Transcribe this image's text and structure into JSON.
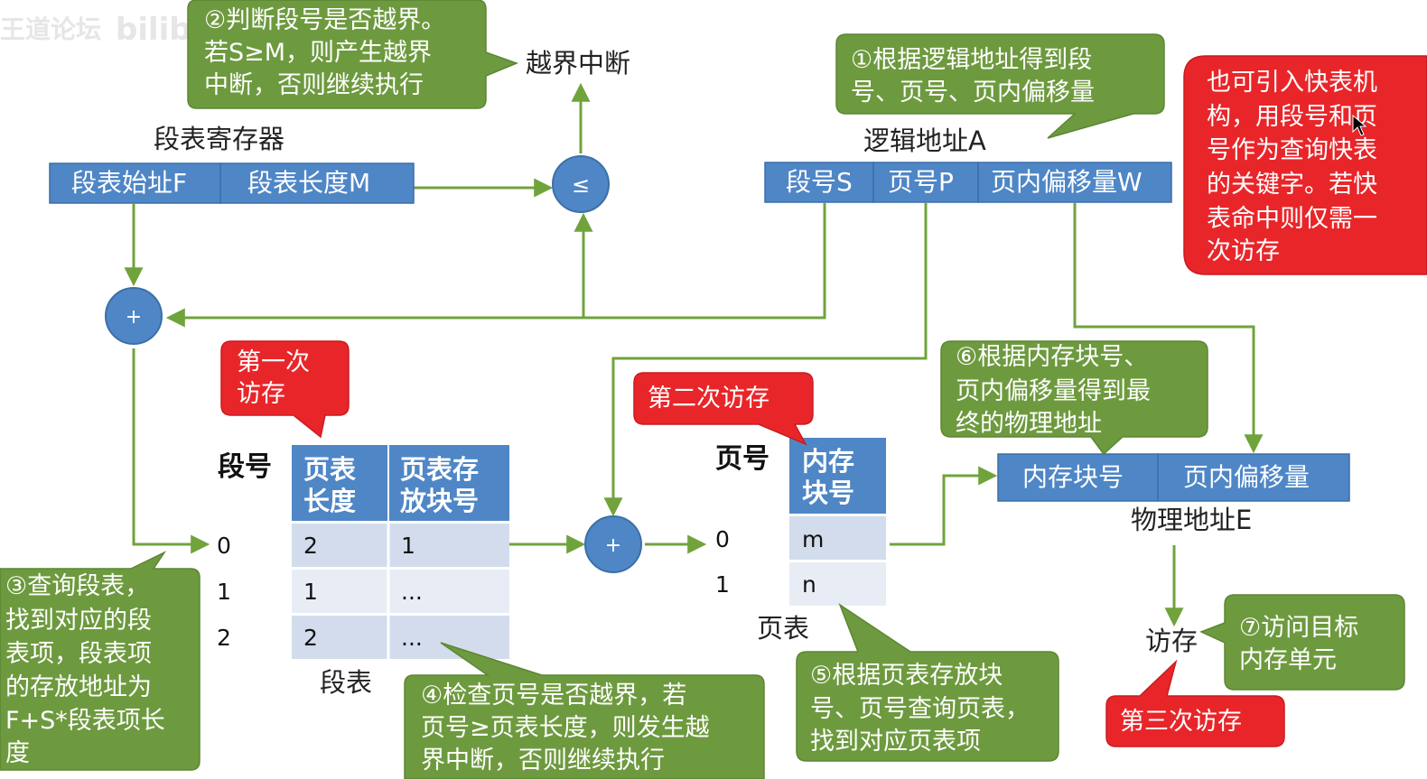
{
  "watermark": {
    "site": "王道论坛",
    "logo": "bilibili"
  },
  "colors": {
    "green_callout": "#6e9a3f",
    "red_callout": "#e8262a",
    "blue_box": "#4f86c6",
    "blue_box_border": "#3b6fa8",
    "arrow_green": "#70a33c",
    "table_light": "#d2dcec",
    "table_lighter": "#e8edf5"
  },
  "labels": {
    "seg_table_register": "段表寄存器",
    "out_of_bounds_interrupt": "越界中断",
    "logical_address": "逻辑地址A",
    "physical_address": "物理地址E",
    "segment_no_side": "段号",
    "page_no_side": "页号",
    "segment_table_caption": "段表",
    "page_table_caption": "页表",
    "memory_access": "访存"
  },
  "register": {
    "start_address": "段表始址F",
    "length": "段表长度M"
  },
  "operators": {
    "compare": "≤",
    "add1": "+",
    "add2": "+"
  },
  "logical_address_fields": [
    "段号S",
    "页号P",
    "页内偏移量W"
  ],
  "physical_address_fields": [
    "内存块号",
    "页内偏移量"
  ],
  "segment_table": {
    "headers": [
      [
        "页表",
        "长度"
      ],
      [
        "页表存",
        "放块号"
      ]
    ],
    "row_indices": [
      "0",
      "1",
      "2"
    ],
    "rows": [
      [
        "2",
        "1"
      ],
      [
        "1",
        "..."
      ],
      [
        "2",
        "..."
      ]
    ]
  },
  "page_table": {
    "header": [
      "内存",
      "块号"
    ],
    "row_indices": [
      "0",
      "1"
    ],
    "rows": [
      "m",
      "n"
    ]
  },
  "callouts": {
    "step1": [
      "①根据逻辑地址得到段",
      "号、页号、页内偏移量"
    ],
    "step2": [
      "②判断段号是否越界。",
      "若S≥M，则产生越界",
      "中断，否则继续执行"
    ],
    "step3": [
      "③查询段表，",
      "找到对应的段",
      "表项，段表项",
      "的存放地址为",
      "F+S*段表项长",
      "度"
    ],
    "step4": [
      "④检查页号是否越界，若",
      "页号≥页表长度，则发生越",
      "界中断，否则继续执行"
    ],
    "step5": [
      "⑤根据页表存放块",
      "号、页号查询页表，",
      "找到对应页表项"
    ],
    "step6": [
      "⑥根据内存块号、",
      "页内偏移量得到最",
      "终的物理地址"
    ],
    "step7": [
      "⑦访问目标",
      "内存单元"
    ],
    "tlb_note": [
      "也可引入快表机",
      "构，用段号和页",
      "号作为查询快表",
      "的关键字。若快",
      "表命中则仅需一",
      "次访存"
    ],
    "access1": [
      "第一次",
      "访存"
    ],
    "access2": [
      "第二次访存"
    ],
    "access3": [
      "第三次访存"
    ]
  }
}
